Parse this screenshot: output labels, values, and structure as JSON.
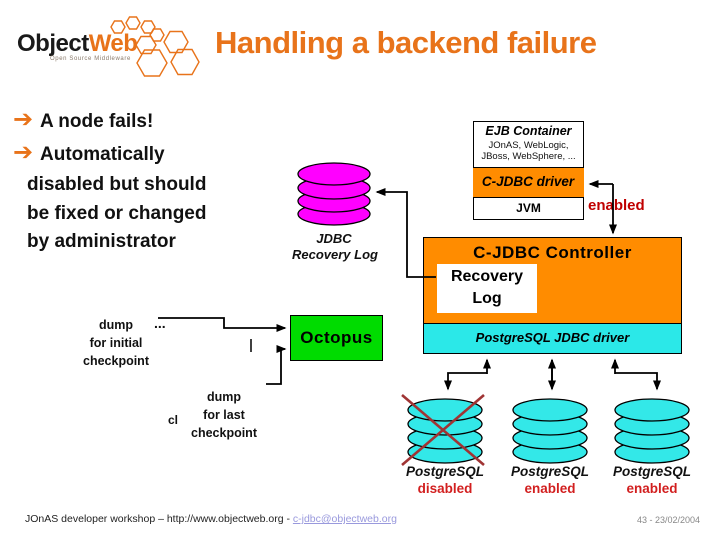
{
  "slide": {
    "logo": {
      "brand_black": "Object",
      "brand_orange": "Web",
      "tagline": "Open Source Middleware"
    },
    "title": "Handling a backend failure",
    "bullets": [
      {
        "lines": [
          "A node fails!"
        ]
      },
      {
        "lines": [
          "Automatically",
          "disabled but should",
          "be fixed or changed",
          "by administrator"
        ]
      }
    ],
    "footer": {
      "text": "JOnAS developer workshop – http://www.objectweb.org - ",
      "link": "c-jdbc@objectweb.org",
      "page": "43 - 23/02/2004"
    }
  },
  "diagram": {
    "ejb": {
      "title": "EJB Container",
      "line1": "JOnAS, WebLogic,",
      "line2": "JBoss, WebSphere, ...",
      "driver": "C-JDBC driver",
      "jvm": "JVM"
    },
    "enabled_label": "enabled",
    "controller": {
      "title": "C-JDBC Controller",
      "recovery_line1": "Recovery",
      "recovery_line2": "Log",
      "pg_driver": "PostgreSQL JDBC driver"
    },
    "jdbc_log": {
      "line1": "JDBC",
      "line2": "Recovery Log"
    },
    "octopus": "Octopus",
    "dump_initial": {
      "lines": [
        "dump",
        "for initial",
        "checkpoint"
      ]
    },
    "ellipsis": "...",
    "cl_fragment": "cl",
    "dump_last": {
      "lines": [
        "dump",
        "for last",
        "checkpoint"
      ]
    },
    "databases": [
      {
        "name": "PostgreSQL",
        "status": "disabled",
        "crossed": true
      },
      {
        "name": "PostgreSQL",
        "status": "enabled",
        "crossed": false
      },
      {
        "name": "PostgreSQL",
        "status": "enabled",
        "crossed": false
      }
    ],
    "colors": {
      "accent_orange": "#e8731a",
      "box_orange": "#ff8c00",
      "cyan": "#2be8e8",
      "magenta": "#ff00ff",
      "green": "#00dc00",
      "status_red": "#d21f1f",
      "enabled_red": "#c00000",
      "cross_red": "#a03434",
      "link_blue": "#9999dd"
    }
  }
}
